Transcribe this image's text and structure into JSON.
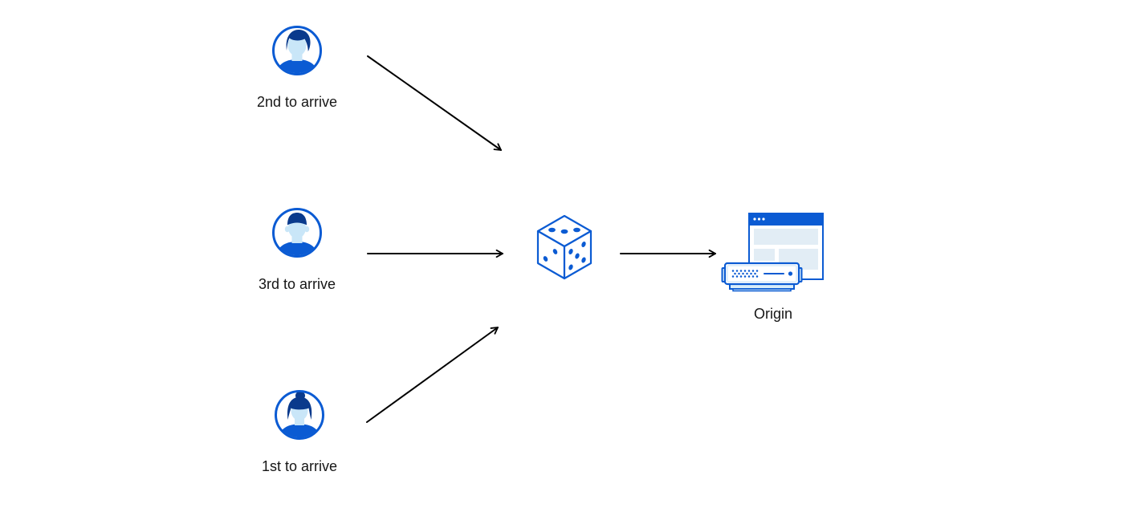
{
  "title": "Random traffic steering diagram",
  "palette": {
    "primary_blue": "#0B5BD3",
    "dark_navy": "#0A3A8C",
    "face_light_blue": "#C9E6F8",
    "browser_panel_blue": "#E2EDF5",
    "server_light_blue": "#D8ECFA",
    "arrow_black": "#000000",
    "text_color": "#161616",
    "background": "#FFFFFF"
  },
  "diagram": {
    "nodes": [
      {
        "id": "visitor-2nd",
        "label": "2nd to arrive",
        "icon": "user-avatar-male-icon"
      },
      {
        "id": "visitor-3rd",
        "label": "3rd to arrive",
        "icon": "user-avatar-male-icon"
      },
      {
        "id": "visitor-1st",
        "label": "1st to arrive",
        "icon": "user-avatar-female-icon"
      },
      {
        "id": "random-dice",
        "label": "",
        "icon": "dice-icon"
      },
      {
        "id": "origin",
        "label": "Origin",
        "icon": "origin-server-icon"
      }
    ],
    "edges": [
      {
        "from": "visitor-2nd",
        "to": "random-dice"
      },
      {
        "from": "visitor-3rd",
        "to": "random-dice"
      },
      {
        "from": "visitor-1st",
        "to": "random-dice"
      },
      {
        "from": "random-dice",
        "to": "origin"
      }
    ]
  }
}
